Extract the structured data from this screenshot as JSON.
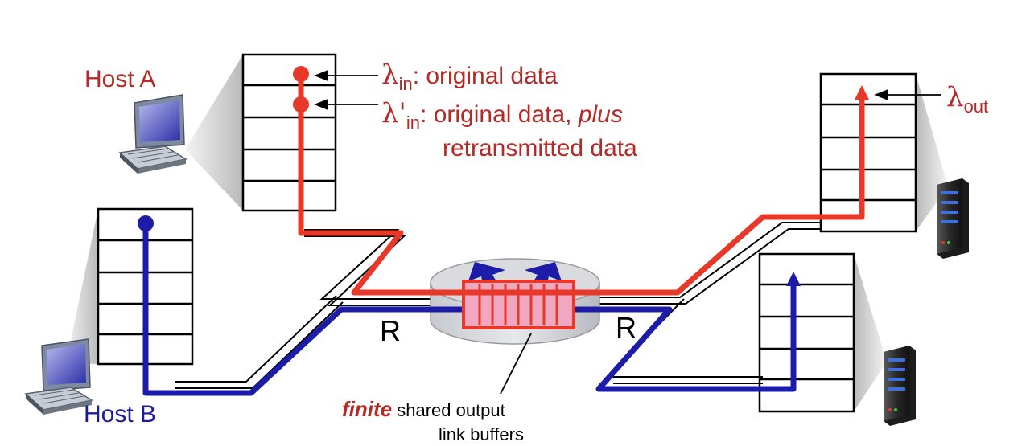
{
  "colors": {
    "red": "#e8382a",
    "blue": "#1c1ca8",
    "label_red": "#b32a26",
    "label_blue": "#1a1a9c",
    "buffer_fill": "#f2a7c0",
    "router_body": "#d4d7dc"
  },
  "hosts": {
    "a_label": "Host A",
    "b_label": "Host B"
  },
  "rates": {
    "lambda_symbol": "λ",
    "lambda_prime_symbol": "λ'",
    "in_sub": "in",
    "out_sub": "out",
    "lambda_in_desc": ": original data",
    "lambda_prime_desc_1": ": original data, ",
    "lambda_prime_desc_plus": "plus",
    "lambda_prime_desc_2": "retransmitted data"
  },
  "links": {
    "left_rate": "R",
    "right_rate": "R"
  },
  "router_note": {
    "emphasis": "finite",
    "line1": " shared output",
    "line2": "link buffers"
  },
  "icons": [
    "laptop-icon",
    "server-icon"
  ]
}
